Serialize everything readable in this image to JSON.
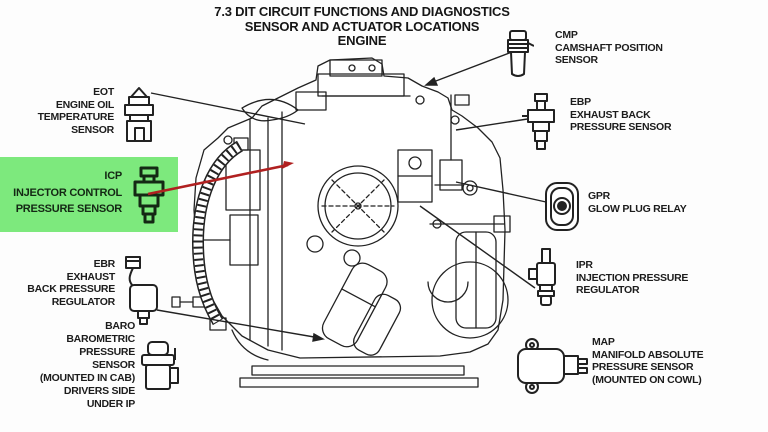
{
  "title": {
    "line1": "7.3 DIT CIRCUIT FUNCTIONS AND DIAGNOSTICS",
    "line2": "SENSOR AND ACTUATOR LOCATIONS",
    "line3": "ENGINE"
  },
  "colors": {
    "highlight_green": "#7de97d",
    "arrow_red": "#b02020",
    "line_black": "#222222",
    "background": "#fdfdfd"
  },
  "labels": [
    {
      "id": "cmp",
      "abbr": "CMP",
      "lines": [
        "CAMSHAFT POSITION",
        "SENSOR"
      ],
      "highlighted": false
    },
    {
      "id": "ebp",
      "abbr": "EBP",
      "lines": [
        "EXHAUST BACK",
        "PRESSURE SENSOR"
      ],
      "highlighted": false
    },
    {
      "id": "gpr",
      "abbr": "GPR",
      "lines": [
        "GLOW PLUG RELAY"
      ],
      "highlighted": false
    },
    {
      "id": "ipr",
      "abbr": "IPR",
      "lines": [
        "INJECTION PRESSURE",
        "REGULATOR"
      ],
      "highlighted": false
    },
    {
      "id": "map",
      "abbr": "MAP",
      "lines": [
        "MANIFOLD ABSOLUTE",
        "PRESSURE SENSOR",
        "(MOUNTED ON COWL)"
      ],
      "highlighted": false
    },
    {
      "id": "eot",
      "abbr": "EOT",
      "lines": [
        "ENGINE OIL",
        "TEMPERATURE",
        "SENSOR"
      ],
      "highlighted": false
    },
    {
      "id": "icp",
      "abbr": "ICP",
      "lines": [
        "INJECTOR CONTROL",
        "PRESSURE SENSOR"
      ],
      "highlighted": true
    },
    {
      "id": "ebr",
      "abbr": "EBR",
      "lines": [
        "EXHAUST",
        "BACK PRESSURE",
        "REGULATOR"
      ],
      "highlighted": false
    },
    {
      "id": "baro",
      "abbr": "BARO",
      "lines": [
        "BAROMETRIC",
        "PRESSURE",
        "SENSOR",
        "(MOUNTED IN CAB)",
        "DRIVERS SIDE",
        "UNDER IP"
      ],
      "highlighted": false
    }
  ],
  "icons": {
    "cmp": "camshaft-position-sensor-icon",
    "ebp": "exhaust-back-pressure-sensor-icon",
    "gpr": "glow-plug-relay-icon",
    "ipr": "injection-pressure-regulator-icon",
    "map": "manifold-absolute-pressure-sensor-icon",
    "eot": "engine-oil-temperature-sensor-icon",
    "icp": "injector-control-pressure-sensor-icon",
    "ebr": "exhaust-back-pressure-regulator-icon",
    "baro": "barometric-pressure-sensor-icon"
  }
}
